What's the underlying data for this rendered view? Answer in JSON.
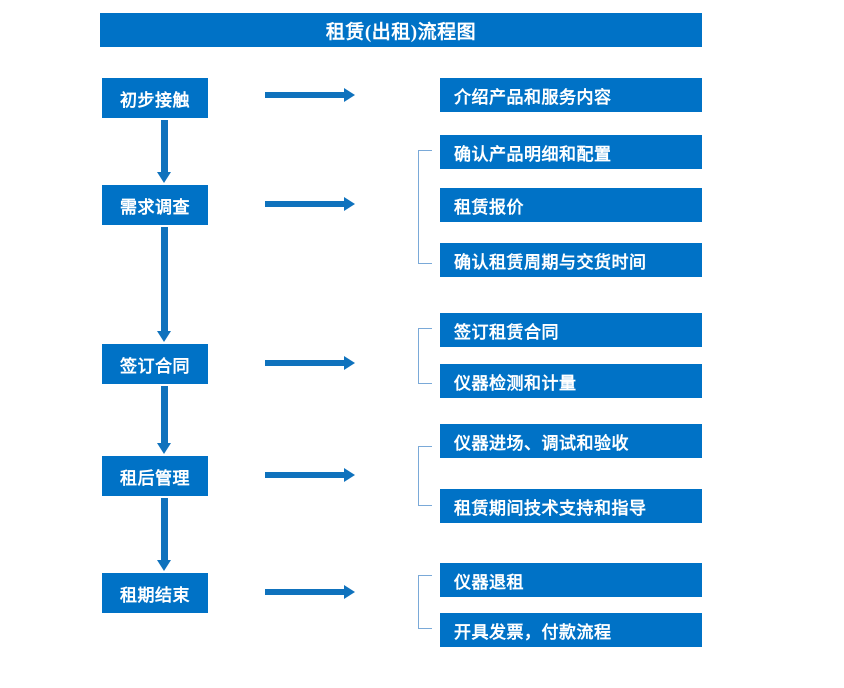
{
  "title": "租赁(出租)流程图",
  "colors": {
    "box_fill": "#0072c6",
    "box_text": "#ffffff",
    "arrow": "#0f72bd",
    "bracket": "#7aa9d8",
    "background": "#ffffff"
  },
  "stages": [
    {
      "label": "初步接触"
    },
    {
      "label": "需求调查"
    },
    {
      "label": "签订合同"
    },
    {
      "label": "租后管理"
    },
    {
      "label": "租期结束"
    }
  ],
  "groups": [
    {
      "stage": "初步接触",
      "bracketed": false,
      "items": [
        {
          "label": "介绍产品和服务内容"
        }
      ]
    },
    {
      "stage": "需求调查",
      "bracketed": true,
      "items": [
        {
          "label": "确认产品明细和配置"
        },
        {
          "label": "租赁报价"
        },
        {
          "label": "确认租赁周期与交货时间"
        }
      ]
    },
    {
      "stage": "签订合同",
      "bracketed": true,
      "items": [
        {
          "label": "签订租赁合同"
        },
        {
          "label": "仪器检测和计量"
        }
      ]
    },
    {
      "stage": "租后管理",
      "bracketed": true,
      "items": [
        {
          "label": "仪器进场、调试和验收"
        },
        {
          "label": "租赁期间技术支持和指导"
        }
      ]
    },
    {
      "stage": "租期结束",
      "bracketed": true,
      "items": [
        {
          "label": "仪器退租"
        },
        {
          "label": "开具发票，付款流程"
        }
      ]
    }
  ],
  "connectors": {
    "horizontal_arrow_icon": "arrow-right-icon",
    "vertical_arrow_icon": "arrow-down-icon",
    "bracket_icon": "group-bracket-icon"
  }
}
